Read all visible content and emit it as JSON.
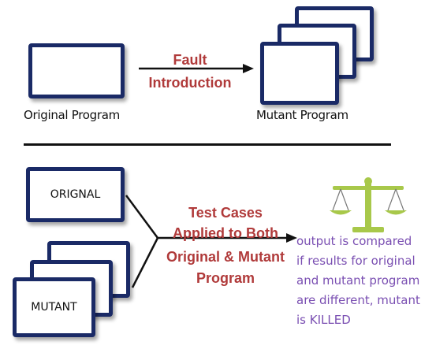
{
  "top": {
    "original_label": "Original Program",
    "mutant_label": "Mutant Program",
    "arrow_label_line1": "Fault",
    "arrow_label_line2": "Introduction"
  },
  "bottom": {
    "original_box_text": "ORIGNAL",
    "mutant_box_text": "MUTANT",
    "applied_line1": "Test Cases",
    "applied_line2": "Applied to Both",
    "applied_line3": "Original & Mutant",
    "applied_line4": "Program",
    "result_lines": [
      "output is compared",
      "if results for original",
      "and mutant program",
      "are different, mutant",
      "is KILLED"
    ]
  },
  "icons": [
    "balance-scale-icon"
  ],
  "colors": {
    "box_border": "#1a2a66",
    "red_text": "#b03a3a",
    "purple_text": "#7a4fb2",
    "scale_green": "#a8c84a"
  }
}
